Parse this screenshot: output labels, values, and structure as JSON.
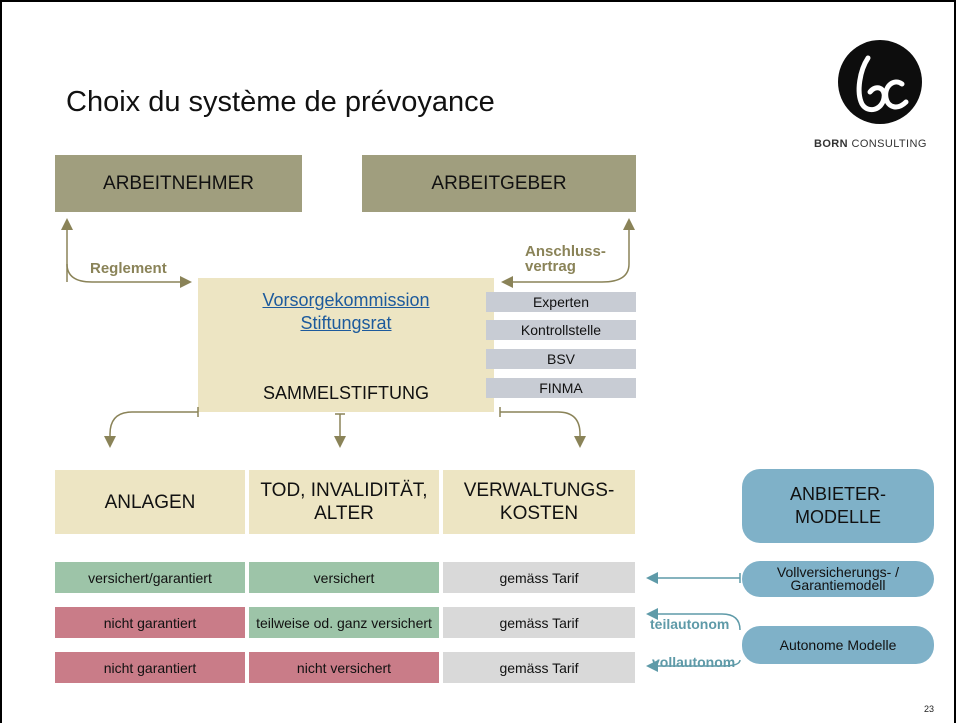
{
  "title": "Choix du système de prévoyance",
  "logo": {
    "brand_bold": "BORN",
    "brand_rest": "CONSULTING"
  },
  "parties": {
    "employee": "ARBEITNEHMER",
    "employer": "ARBEITGEBER"
  },
  "relations": {
    "left": "Reglement",
    "right": "Anschluss-\nvertrag"
  },
  "foundation": {
    "link_line1": "Vorsorgekommission",
    "link_line2": "Stiftungsrat",
    "name": "SAMMELSTIFTUNG"
  },
  "supervisors": [
    "Experten",
    "Kontrollstelle",
    "BSV",
    "FINMA"
  ],
  "categories": [
    "ANLAGEN",
    "TOD, INVALIDITÄT,\nALTER",
    "VERWALTUNGS-\nKOSTEN"
  ],
  "provider_models": "ANBIETER-\nMODELLE",
  "rows": [
    {
      "anlagen": "versichert/garantiert",
      "risiko": "versichert",
      "kosten": "gemäss Tarif"
    },
    {
      "anlagen": "nicht garantiert",
      "risiko": "teilweise od. ganz versichert",
      "kosten": "gemäss Tarif"
    },
    {
      "anlagen": "nicht garantiert",
      "risiko": "nicht versichert",
      "kosten": "gemäss Tarif"
    }
  ],
  "models": {
    "full": "Vollversicherungs- /\nGarantiemodell",
    "autonomous": "Autonome Modelle",
    "partial_label": "teilautonom",
    "full_auto_label": "vollautonom"
  },
  "colors": {
    "olive": "#a09e7e",
    "beige": "#ede5c3",
    "grey_blue": "#c8ccd4",
    "green": "#9dc4a8",
    "red": "#c97c88",
    "grey": "#d9d9d9",
    "blue": "#7fb1c8",
    "teal": "#5e9aa8"
  },
  "page_number": "23"
}
